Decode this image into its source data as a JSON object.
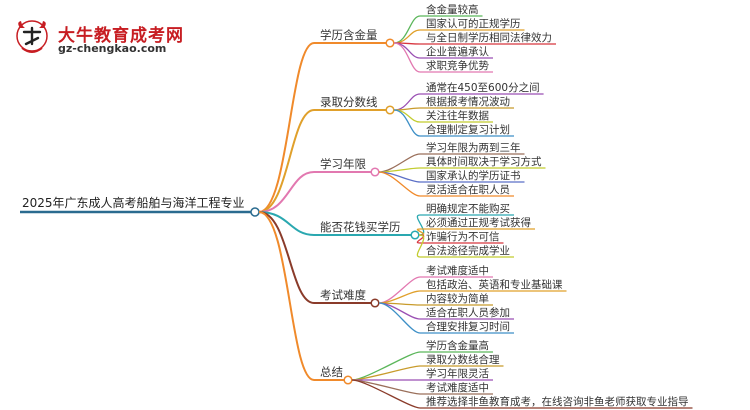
{
  "logo": {
    "title": "大牛教育成考网",
    "url": "gz-chengkao.com",
    "brand_color": "#c71d22"
  },
  "root": {
    "label": "2025年广东成人高考船舶与海洋工程专业",
    "color": "#2a6b8f"
  },
  "branches": [
    {
      "label": "学历含金量",
      "color": "#f08a2b",
      "leaves": [
        {
          "text": "含金量较高",
          "color": "#5bb65a"
        },
        {
          "text": "国家认可的正规学历",
          "color": "#e0a02b"
        },
        {
          "text": "与全日制学历相同法律效力",
          "color": "#d8363f"
        },
        {
          "text": "企业普遍承认",
          "color": "#9a4fb3"
        },
        {
          "text": "求职竞争优势",
          "color": "#e278b0"
        }
      ]
    },
    {
      "label": "录取分数线",
      "color": "#e0a02b",
      "leaves": [
        {
          "text": "通常在450至600分之间",
          "color": "#9a4fb3"
        },
        {
          "text": "根据报考情况波动",
          "color": "#c89b2b"
        },
        {
          "text": "关注往年数据",
          "color": "#c2cc2f"
        },
        {
          "text": "合理制定复习计划",
          "color": "#3d8fc6"
        }
      ]
    },
    {
      "label": "学习年限",
      "color": "#e278b0",
      "leaves": [
        {
          "text": "学习年限为两到三年",
          "color": "#9a6f5a"
        },
        {
          "text": "具体时间取决于学习方式",
          "color": "#c2cc2f"
        },
        {
          "text": "国家承认的学历证书",
          "color": "#5b6fc6"
        },
        {
          "text": "灵活适合在职人员",
          "color": "#f08a2b"
        }
      ]
    },
    {
      "label": "能否花钱买学历",
      "color": "#2aa8b0",
      "leaves": [
        {
          "text": "明确规定不能购买",
          "color": "#2aa8b0"
        },
        {
          "text": "必须通过正规考试获得",
          "color": "#e0a02b"
        },
        {
          "text": "诈骗行为不可信",
          "color": "#d8363f"
        },
        {
          "text": "合法途径完成学业",
          "color": "#c2cc2f"
        }
      ]
    },
    {
      "label": "考试难度",
      "color": "#8a3b2a",
      "leaves": [
        {
          "text": "考试难度适中",
          "color": "#e278b0"
        },
        {
          "text": "包括政治、英语和专业基础课",
          "color": "#e0a02b"
        },
        {
          "text": "内容较为简单",
          "color": "#c89b2b"
        },
        {
          "text": "适合在职人员参加",
          "color": "#9a4fb3"
        },
        {
          "text": "合理安排复习时间",
          "color": "#3d8fc6"
        }
      ]
    },
    {
      "label": "总结",
      "color": "#f08a2b",
      "leaves": [
        {
          "text": "学历含金量高",
          "color": "#5bb65a"
        },
        {
          "text": "录取分数线合理",
          "color": "#c89b2b"
        },
        {
          "text": "学习年限灵活",
          "color": "#9a4fb3"
        },
        {
          "text": "考试难度适中",
          "color": "#9a6f5a"
        },
        {
          "text": "推荐选择非鱼教育成考，在线咨询非鱼老师获取专业指导",
          "color": "#8a3b2a"
        }
      ]
    }
  ]
}
